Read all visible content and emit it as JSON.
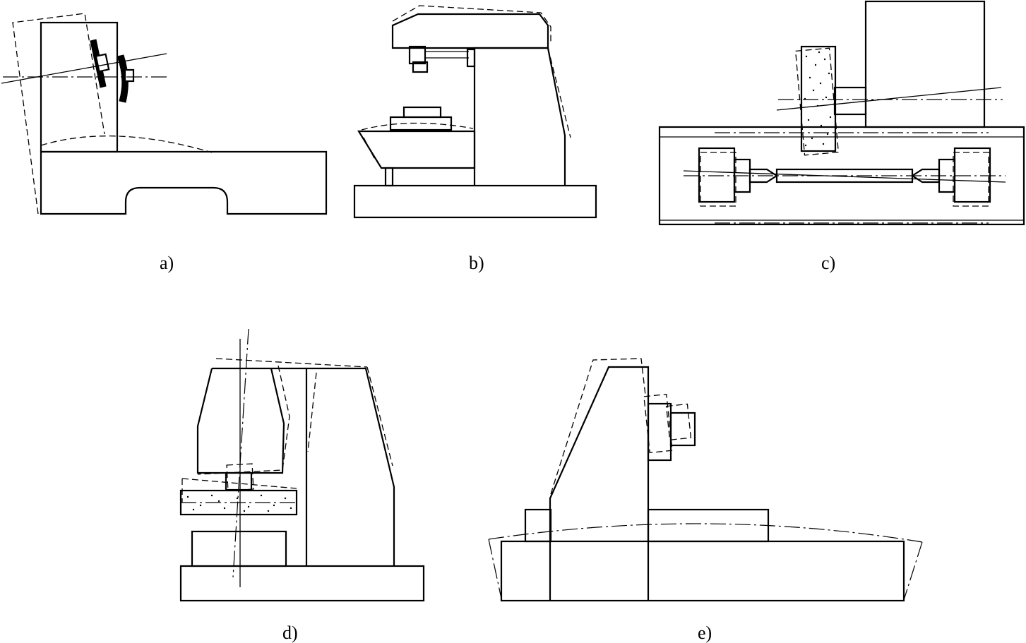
{
  "figure": {
    "panels": [
      {
        "id": "a",
        "caption": "a)"
      },
      {
        "id": "b",
        "caption": "b)"
      },
      {
        "id": "c",
        "caption": "c)"
      },
      {
        "id": "d",
        "caption": "d)"
      },
      {
        "id": "e",
        "caption": "e)"
      }
    ],
    "colors": {
      "line": "#000000",
      "background": "#ffffff"
    }
  }
}
